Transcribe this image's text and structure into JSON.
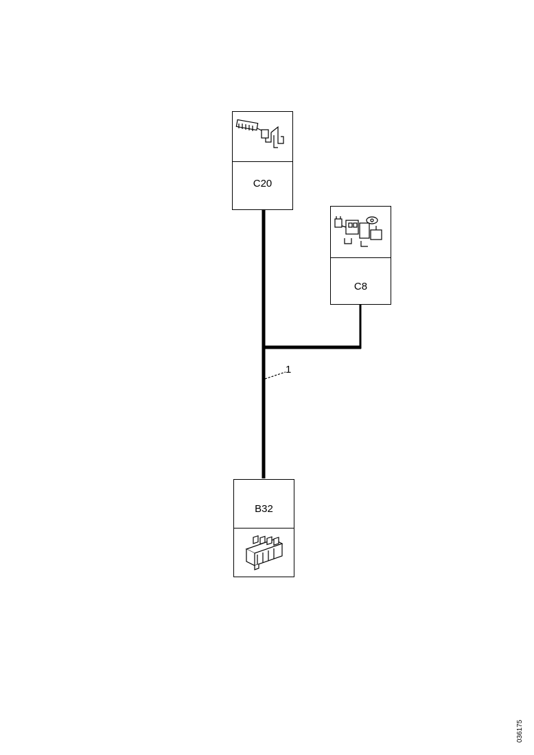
{
  "connectors": {
    "c20": {
      "label": "C20",
      "icon": "connector-harness-icon"
    },
    "c8": {
      "label": "C8",
      "icon": "connector-block-icon"
    },
    "b32": {
      "label": "B32",
      "icon": "multi-pin-connector-icon"
    }
  },
  "wire": {
    "reference": "1"
  },
  "document": {
    "id": "036175"
  }
}
